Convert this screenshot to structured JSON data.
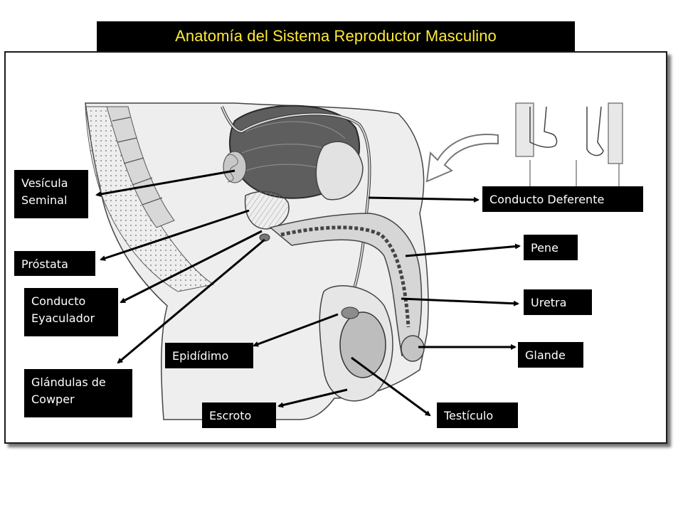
{
  "title": "Anatomía del Sistema Reproductor Masculino",
  "colors": {
    "title_bar": "#000000",
    "title_text": "#ffea3a",
    "label_bg": "#000000",
    "label_text": "#ffffff",
    "arrow": "#000000"
  },
  "labels": {
    "vesicula_seminal": [
      "Vesícula",
      "Seminal"
    ],
    "prostata": "Próstata",
    "conducto_eyaculador": [
      "Conducto",
      "Eyaculador"
    ],
    "glandulas_cowper": [
      "Glándulas de",
      "Cowper"
    ],
    "epididimo": "Epidídimo",
    "escroto": "Escroto",
    "testiculo": "Testículo",
    "glande": "Glande",
    "uretra": "Uretra",
    "pene": "Pene",
    "conducto_deferente": "Conducto Deferente"
  }
}
